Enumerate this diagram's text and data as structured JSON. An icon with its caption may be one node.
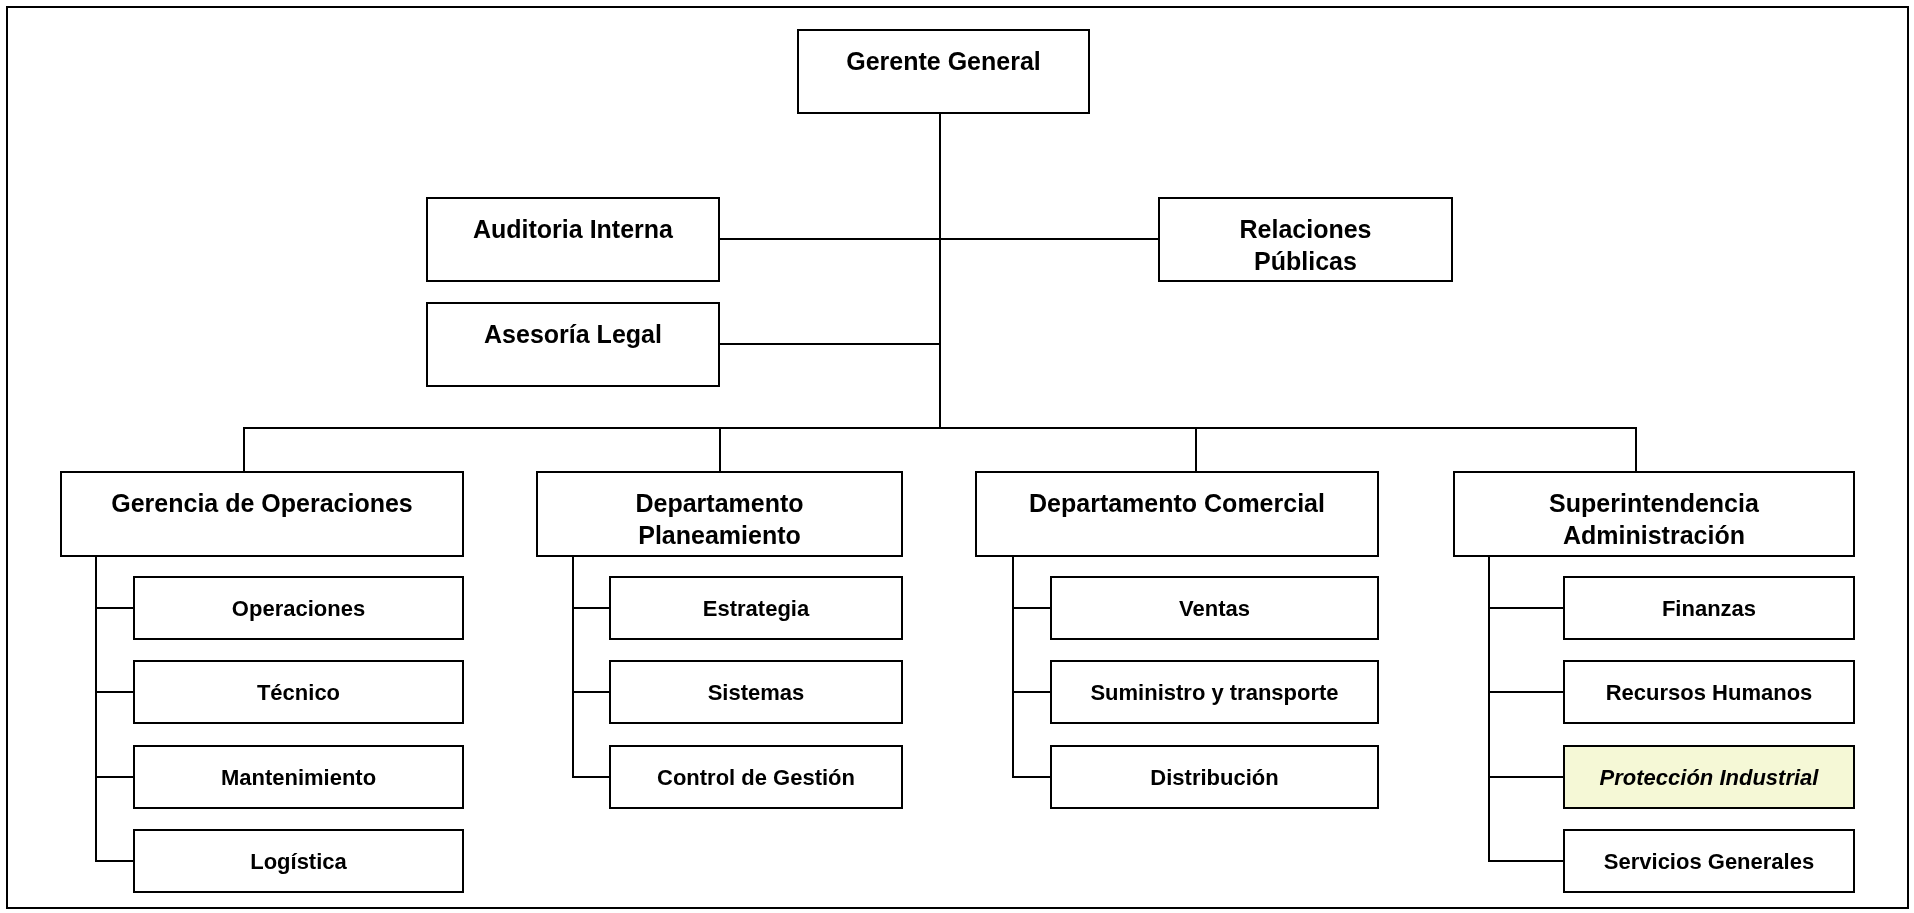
{
  "diagram": {
    "nodes": [
      {
        "text": [
          "Gerente General"
        ]
      },
      {
        "text": [
          "Auditoria Interna"
        ]
      },
      {
        "text": [
          "Relaciones Públicas"
        ]
      },
      {
        "text": [
          "Asesoría Legal"
        ]
      },
      {
        "text": [
          "Gerencia de Operaciones"
        ]
      },
      {
        "text": [
          "Departamento Planeamiento"
        ]
      },
      {
        "text": [
          "Departamento Comercial"
        ]
      },
      {
        "text": [
          "Superintendencia Administración"
        ]
      },
      {
        "text": [
          "Operaciones"
        ]
      },
      {
        "text": [
          "Técnico"
        ]
      },
      {
        "text": [
          "Mantenimiento"
        ]
      },
      {
        "text": [
          "Logística"
        ]
      },
      {
        "text": [
          "Estrategia"
        ]
      },
      {
        "text": [
          "Sistemas"
        ]
      },
      {
        "text": [
          "Control de Gestión"
        ]
      },
      {
        "text": [
          "Ventas"
        ]
      },
      {
        "text": [
          "Suministro y transporte"
        ]
      },
      {
        "text": [
          "Distribución"
        ]
      },
      {
        "text": [
          "Finanzas"
        ]
      },
      {
        "text": [
          "Recursos Humanos"
        ]
      },
      {
        "text": [
          "Protección Industrial"
        ]
      },
      {
        "text": [
          "Servicios Generales"
        ]
      }
    ],
    "edges": [
      {
        "from": 0,
        "to": 1,
        "arrow": "none"
      },
      {
        "from": 0,
        "to": 2,
        "arrow": "none"
      },
      {
        "from": 0,
        "to": 3,
        "arrow": "none"
      },
      {
        "from": 0,
        "to": 4,
        "arrow": "none"
      },
      {
        "from": 0,
        "to": 5,
        "arrow": "none"
      },
      {
        "from": 0,
        "to": 6,
        "arrow": "none"
      },
      {
        "from": 0,
        "to": 7,
        "arrow": "none"
      },
      {
        "from": 4,
        "to": 8,
        "arrow": "none"
      },
      {
        "from": 4,
        "to": 9,
        "arrow": "none"
      },
      {
        "from": 4,
        "to": 10,
        "arrow": "none"
      },
      {
        "from": 4,
        "to": 11,
        "arrow": "none"
      },
      {
        "from": 5,
        "to": 12,
        "arrow": "none"
      },
      {
        "from": 5,
        "to": 13,
        "arrow": "none"
      },
      {
        "from": 5,
        "to": 14,
        "arrow": "none"
      },
      {
        "from": 6,
        "to": 15,
        "arrow": "none"
      },
      {
        "from": 6,
        "to": 16,
        "arrow": "none"
      },
      {
        "from": 6,
        "to": 17,
        "arrow": "none"
      },
      {
        "from": 7,
        "to": 18,
        "arrow": "none"
      },
      {
        "from": 7,
        "to": 19,
        "arrow": "none"
      },
      {
        "from": 7,
        "to": 20,
        "arrow": "none"
      },
      {
        "from": 7,
        "to": 21,
        "arrow": "none"
      }
    ]
  }
}
